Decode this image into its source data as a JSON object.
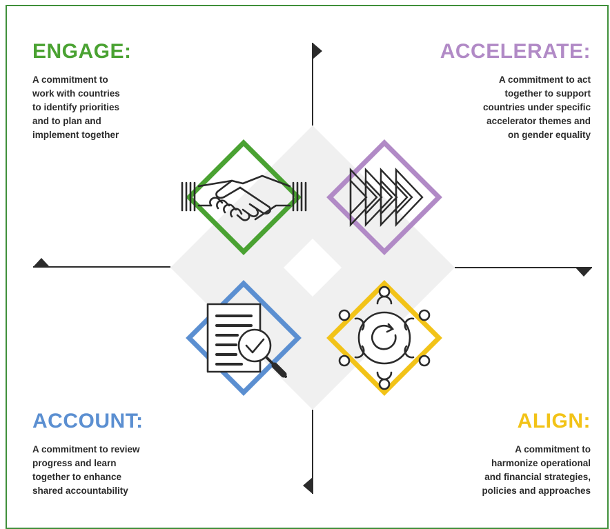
{
  "quadrants": {
    "engage": {
      "title": "ENGAGE:",
      "description": "A commitment to\nwork with countries\nto identify priorities\nand to plan and\nimplement together",
      "color": "#4aa232",
      "icon": "handshake-icon"
    },
    "accelerate": {
      "title": "ACCELERATE:",
      "description": "A commitment to act\ntogether to support\ncountries under specific\naccelerator themes and\non gender equality",
      "color": "#b18ac6",
      "icon": "fast-forward-arrows-icon"
    },
    "account": {
      "title": "ACCOUNT:",
      "description": "A commitment to review\nprogress and learn\ntogether to enhance\nshared accountability",
      "color": "#5b8fd1",
      "icon": "document-checkmark-magnifier-icon"
    },
    "align": {
      "title": "ALIGN:",
      "description": "A commitment to\nharmonize operational\nand financial strategies,\npolicies and approaches",
      "color": "#f2c318",
      "icon": "circular-sync-nodes-icon"
    }
  },
  "colors": {
    "frame_border": "#3f8f3a",
    "background_diamond": "#f0f0f0",
    "axis_lines": "#2b2b2b",
    "text": "#2b2b2b"
  }
}
